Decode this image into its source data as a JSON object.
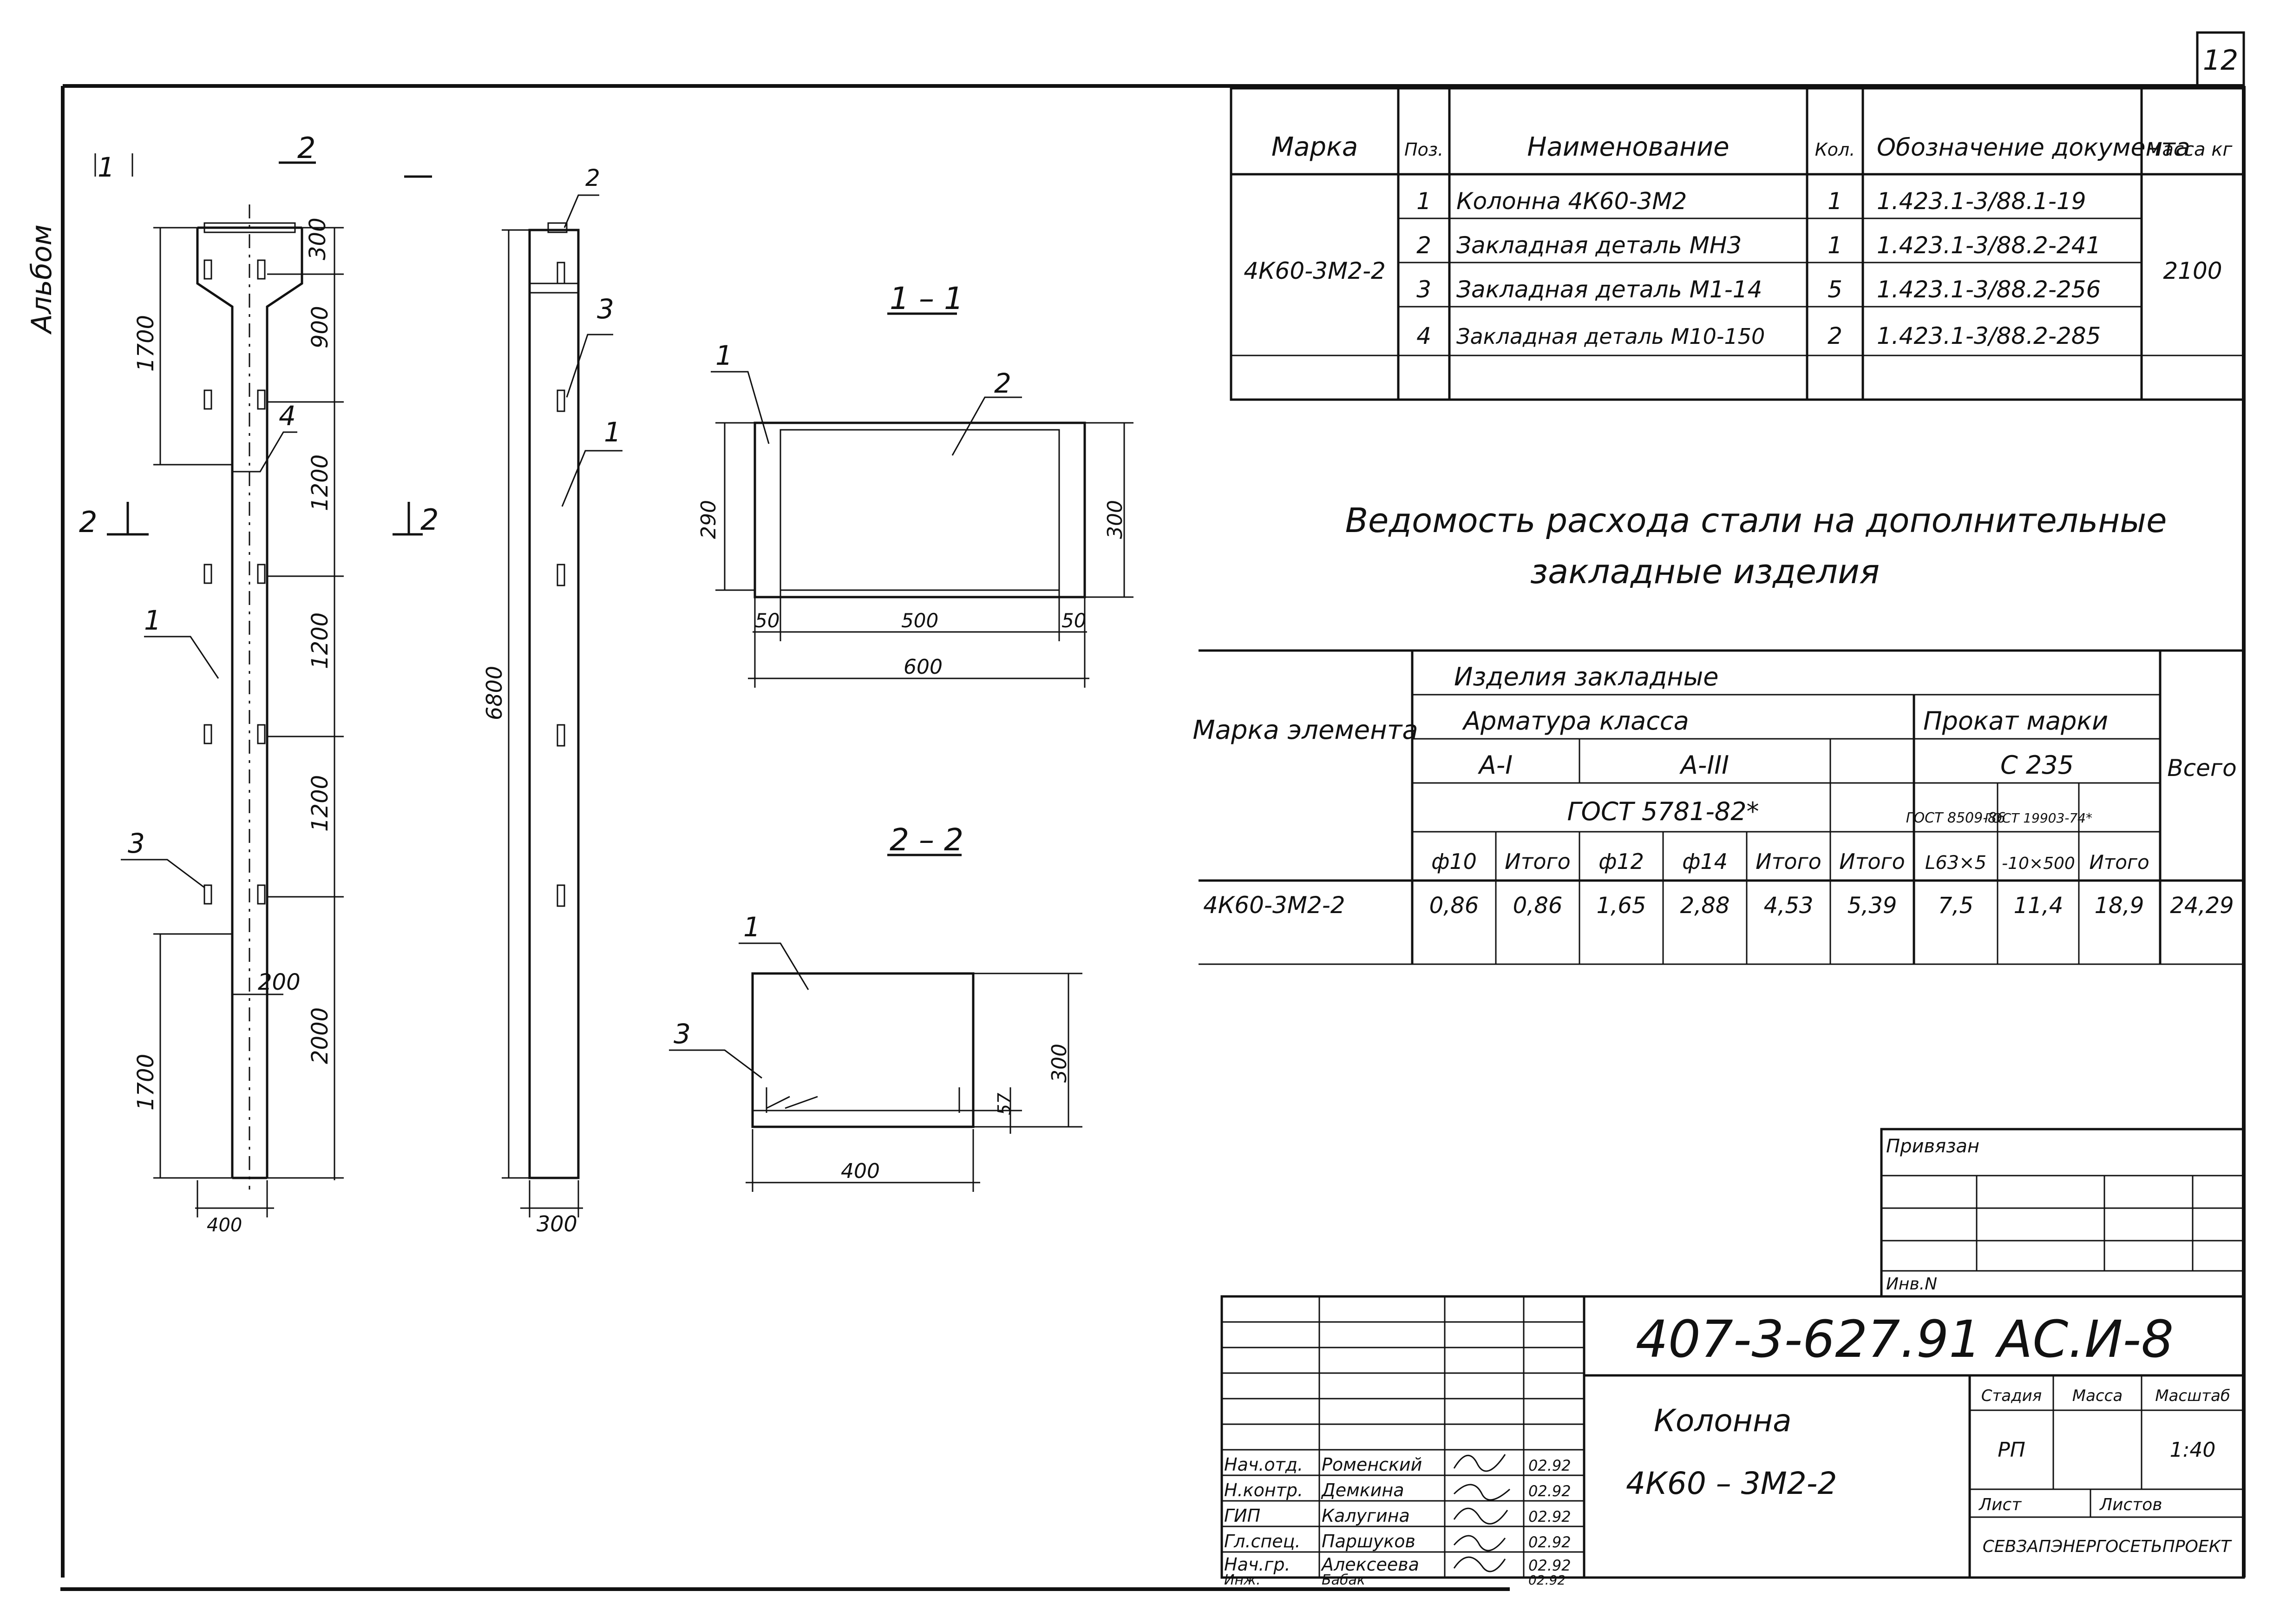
{
  "sheet": {
    "page_number": "12",
    "album_label": "Альбом"
  },
  "left_view": {
    "cut_mark_left": "1",
    "cut_mark_top": "2",
    "section_mark_left": "2",
    "dims": [
      "300",
      "900",
      "1700",
      "1200",
      "1200",
      "1200",
      "2000",
      "1700",
      "200",
      "400"
    ],
    "positions": [
      "4",
      "1",
      "3"
    ]
  },
  "side_view": {
    "cut_mark_top": "2",
    "section_mark": "2",
    "dims": [
      "6800",
      "300"
    ],
    "positions": [
      "3",
      "1"
    ]
  },
  "section_1": {
    "title": "1 – 1",
    "dims": [
      "290",
      "300",
      "50",
      "500",
      "50",
      "600"
    ],
    "positions": [
      "1",
      "2"
    ]
  },
  "section_2": {
    "title": "2 – 2",
    "dims": [
      "300",
      "57",
      "400"
    ],
    "positions": [
      "1",
      "3"
    ]
  },
  "spec_table": {
    "headers": [
      "Марка",
      "Поз.",
      "Наименование",
      "Кол.",
      "Обозначение документа",
      "Масса кг"
    ],
    "mark": "4К60-3М2-2",
    "mass": "2100",
    "rows": [
      {
        "pos": "1",
        "name": "Колонна 4К60-3М2",
        "qty": "1",
        "doc": "1.423.1-3/88.1-19"
      },
      {
        "pos": "2",
        "name": "Закладная деталь МН3",
        "qty": "1",
        "doc": "1.423.1-3/88.2-241"
      },
      {
        "pos": "3",
        "name": "Закладная деталь М1-14",
        "qty": "5",
        "doc": "1.423.1-3/88.2-256"
      },
      {
        "pos": "4",
        "name": "Закладная деталь М10-150",
        "qty": "2",
        "doc": "1.423.1-3/88.2-285"
      }
    ]
  },
  "steel_title": {
    "line1": "Ведомость расхода стали на дополнительные",
    "line2": "закладные изделия"
  },
  "steel_table": {
    "mark_header": "Марка элемента",
    "group_header": "Изделия закладные",
    "armature_header": "Арматура класса",
    "prokat_header": "Прокат марки",
    "class_a1": "А-I",
    "class_a3": "А-III",
    "steel_grade": "С 235",
    "gost_arm": "ГОСТ 5781-82*",
    "gost_1": "ГОСТ 8509-86",
    "gost_2": "ГОСТ 19903-74*",
    "total_header": "Всего",
    "cols": [
      "ф10",
      "Итого",
      "ф12",
      "ф14",
      "Итого",
      "Итого",
      "L63×5",
      "-10×500",
      "Итого"
    ],
    "row_mark": "4К60-3М2-2",
    "values": [
      "0,86",
      "0,86",
      "1,65",
      "2,88",
      "4,53",
      "5,39",
      "7,5",
      "11,4",
      "18,9"
    ],
    "total": "24,29"
  },
  "title_block": {
    "privyazan": "Привязан",
    "inv": "Инв.N",
    "code": "407-3-627.91 АС.И-8",
    "name_line1": "Колонна",
    "name_line2": "4К60 – 3М2-2",
    "stage_h": "Стадия",
    "mass_h": "Масса",
    "scale_h": "Масштаб",
    "stage": "РП",
    "scale": "1:40",
    "sheet_h": "Лист",
    "sheets_h": "Листов",
    "org": "СЕВЗАПЭНЕРГОСЕТЬПРОЕКТ",
    "signers": [
      {
        "role": "Нач.отд.",
        "name": "Роменский",
        "date": "02.92"
      },
      {
        "role": "Н.контр.",
        "name": "Демкина",
        "date": "02.92"
      },
      {
        "role": "ГИП",
        "name": "Калугина",
        "date": "02.92"
      },
      {
        "role": "Гл.спец.",
        "name": "Паршуков",
        "date": "02.92"
      },
      {
        "role": "Нач.гр.",
        "name": "Алексеева",
        "date": "02.92"
      },
      {
        "role": "Инж.",
        "name": "Бабак",
        "date": "02.92"
      }
    ]
  }
}
